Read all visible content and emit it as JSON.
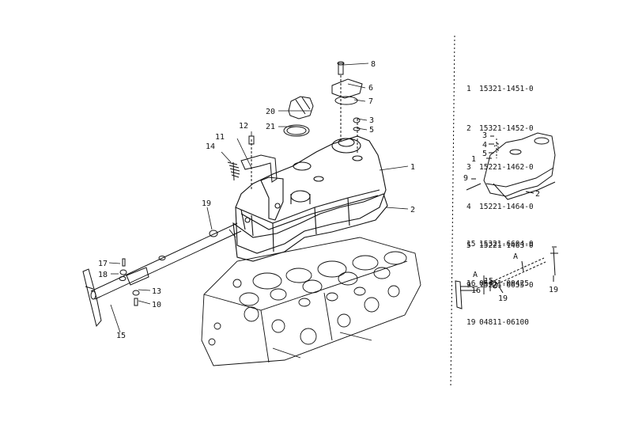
{
  "main_callouts": [
    "8",
    "6",
    "7",
    "20",
    "21",
    "3",
    "5",
    "12",
    "11",
    "14",
    "1",
    "2",
    "19",
    "17",
    "18",
    "13",
    "10",
    "15"
  ],
  "parts_top": [
    {
      "no": "1",
      "part": "15321-1451-0"
    },
    {
      "no": "2",
      "part": "15321-1452-0"
    },
    {
      "no": "3",
      "part": "15221-1462-0"
    },
    {
      "no": "4",
      "part": "15221-1464-0"
    },
    {
      "no": "5",
      "part": "15221-1463-0"
    },
    {
      "no": "9",
      "part": "15221-6655-0"
    }
  ],
  "parts_bottom": [
    {
      "no": "15",
      "part": "15321-6604-0"
    },
    {
      "no": "16",
      "part": "05411-00425"
    },
    {
      "no": "19",
      "part": "04811-06100"
    }
  ],
  "inset_callouts": [
    "3",
    "4",
    "5",
    "1",
    "9",
    "2"
  ],
  "detail_callouts": [
    "A",
    "A",
    "15",
    "16",
    "19",
    "19"
  ]
}
